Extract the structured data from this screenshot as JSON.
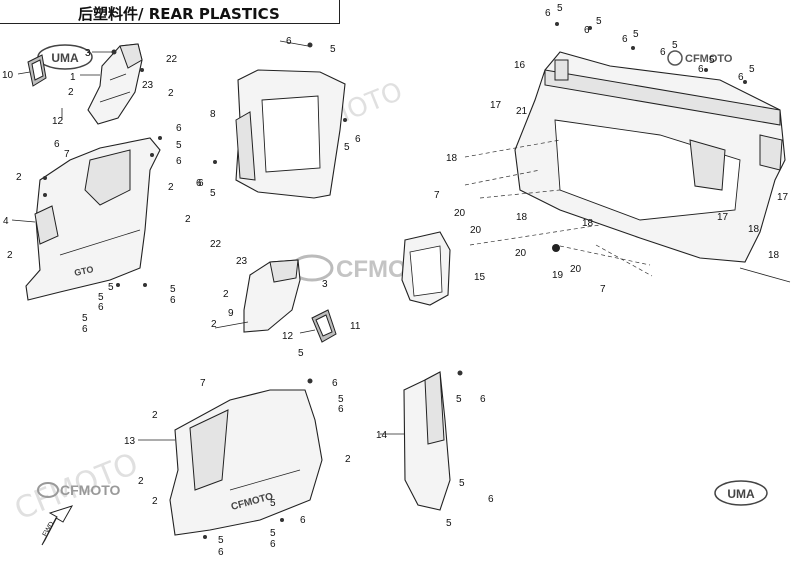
{
  "title": "后塑料件/ REAR PLASTICS",
  "logos": {
    "top_left": "UMA",
    "top_right": "CFMOTO",
    "center": "CFMOTO",
    "bottom_left": "CFMOTO",
    "bottom_right": "UMA"
  },
  "fwd_label": "FWD",
  "callouts": {
    "c10": "10",
    "c3a": "3",
    "c22a": "22",
    "c1": "1",
    "c23a": "23",
    "c2a": "2",
    "c2b": "2",
    "c12a": "12",
    "c6a": "6",
    "c5a": "5",
    "c6b": "6",
    "c5b": "5",
    "c7a": "7",
    "c2c": "2",
    "c2d": "2",
    "c4": "4",
    "c2e": "2",
    "c2f": "2",
    "c5c": "5",
    "c6c": "6",
    "c5d": "5",
    "c6d": "6",
    "c5e": "5",
    "c6e": "6",
    "c6f": "6",
    "c5f": "5",
    "c8": "8",
    "c5g": "5",
    "c6g": "6",
    "c6h": "6",
    "c5h": "5",
    "c22b": "22",
    "c23b": "23",
    "c3b": "3",
    "c2g": "2",
    "c9": "9",
    "c2h": "2",
    "c11": "11",
    "c12b": "12",
    "c6i": "6",
    "c5i": "5",
    "c6j": "6",
    "c5j": "5",
    "c6k": "6",
    "c5k": "5",
    "c6l": "6",
    "c5l": "5",
    "c6m": "6",
    "c5m": "5",
    "c6n": "6",
    "c5n": "5",
    "c16": "16",
    "c17a": "17",
    "c21": "21",
    "c18a": "18",
    "c7b": "7",
    "c20a": "20",
    "c18b": "18",
    "c20b": "20",
    "c18c": "18",
    "c19": "19",
    "c20c": "20",
    "c7c": "7",
    "c18d": "18",
    "c17b": "17",
    "c17c": "17",
    "c18e": "18",
    "c15": "15",
    "c5o": "5",
    "c6o": "6",
    "c2i": "2",
    "c7d": "7",
    "c5p": "5",
    "c6p": "6",
    "c2j": "2",
    "c13": "13",
    "c2k": "2",
    "c2l": "2",
    "c5q": "5",
    "c6q": "6",
    "c5r": "5",
    "c6r": "6",
    "c5s": "5",
    "c6s": "6",
    "c14": "14",
    "c5t": "5",
    "c6t": "6",
    "c5u": "5",
    "c6u": "6",
    "c5v": "5"
  }
}
